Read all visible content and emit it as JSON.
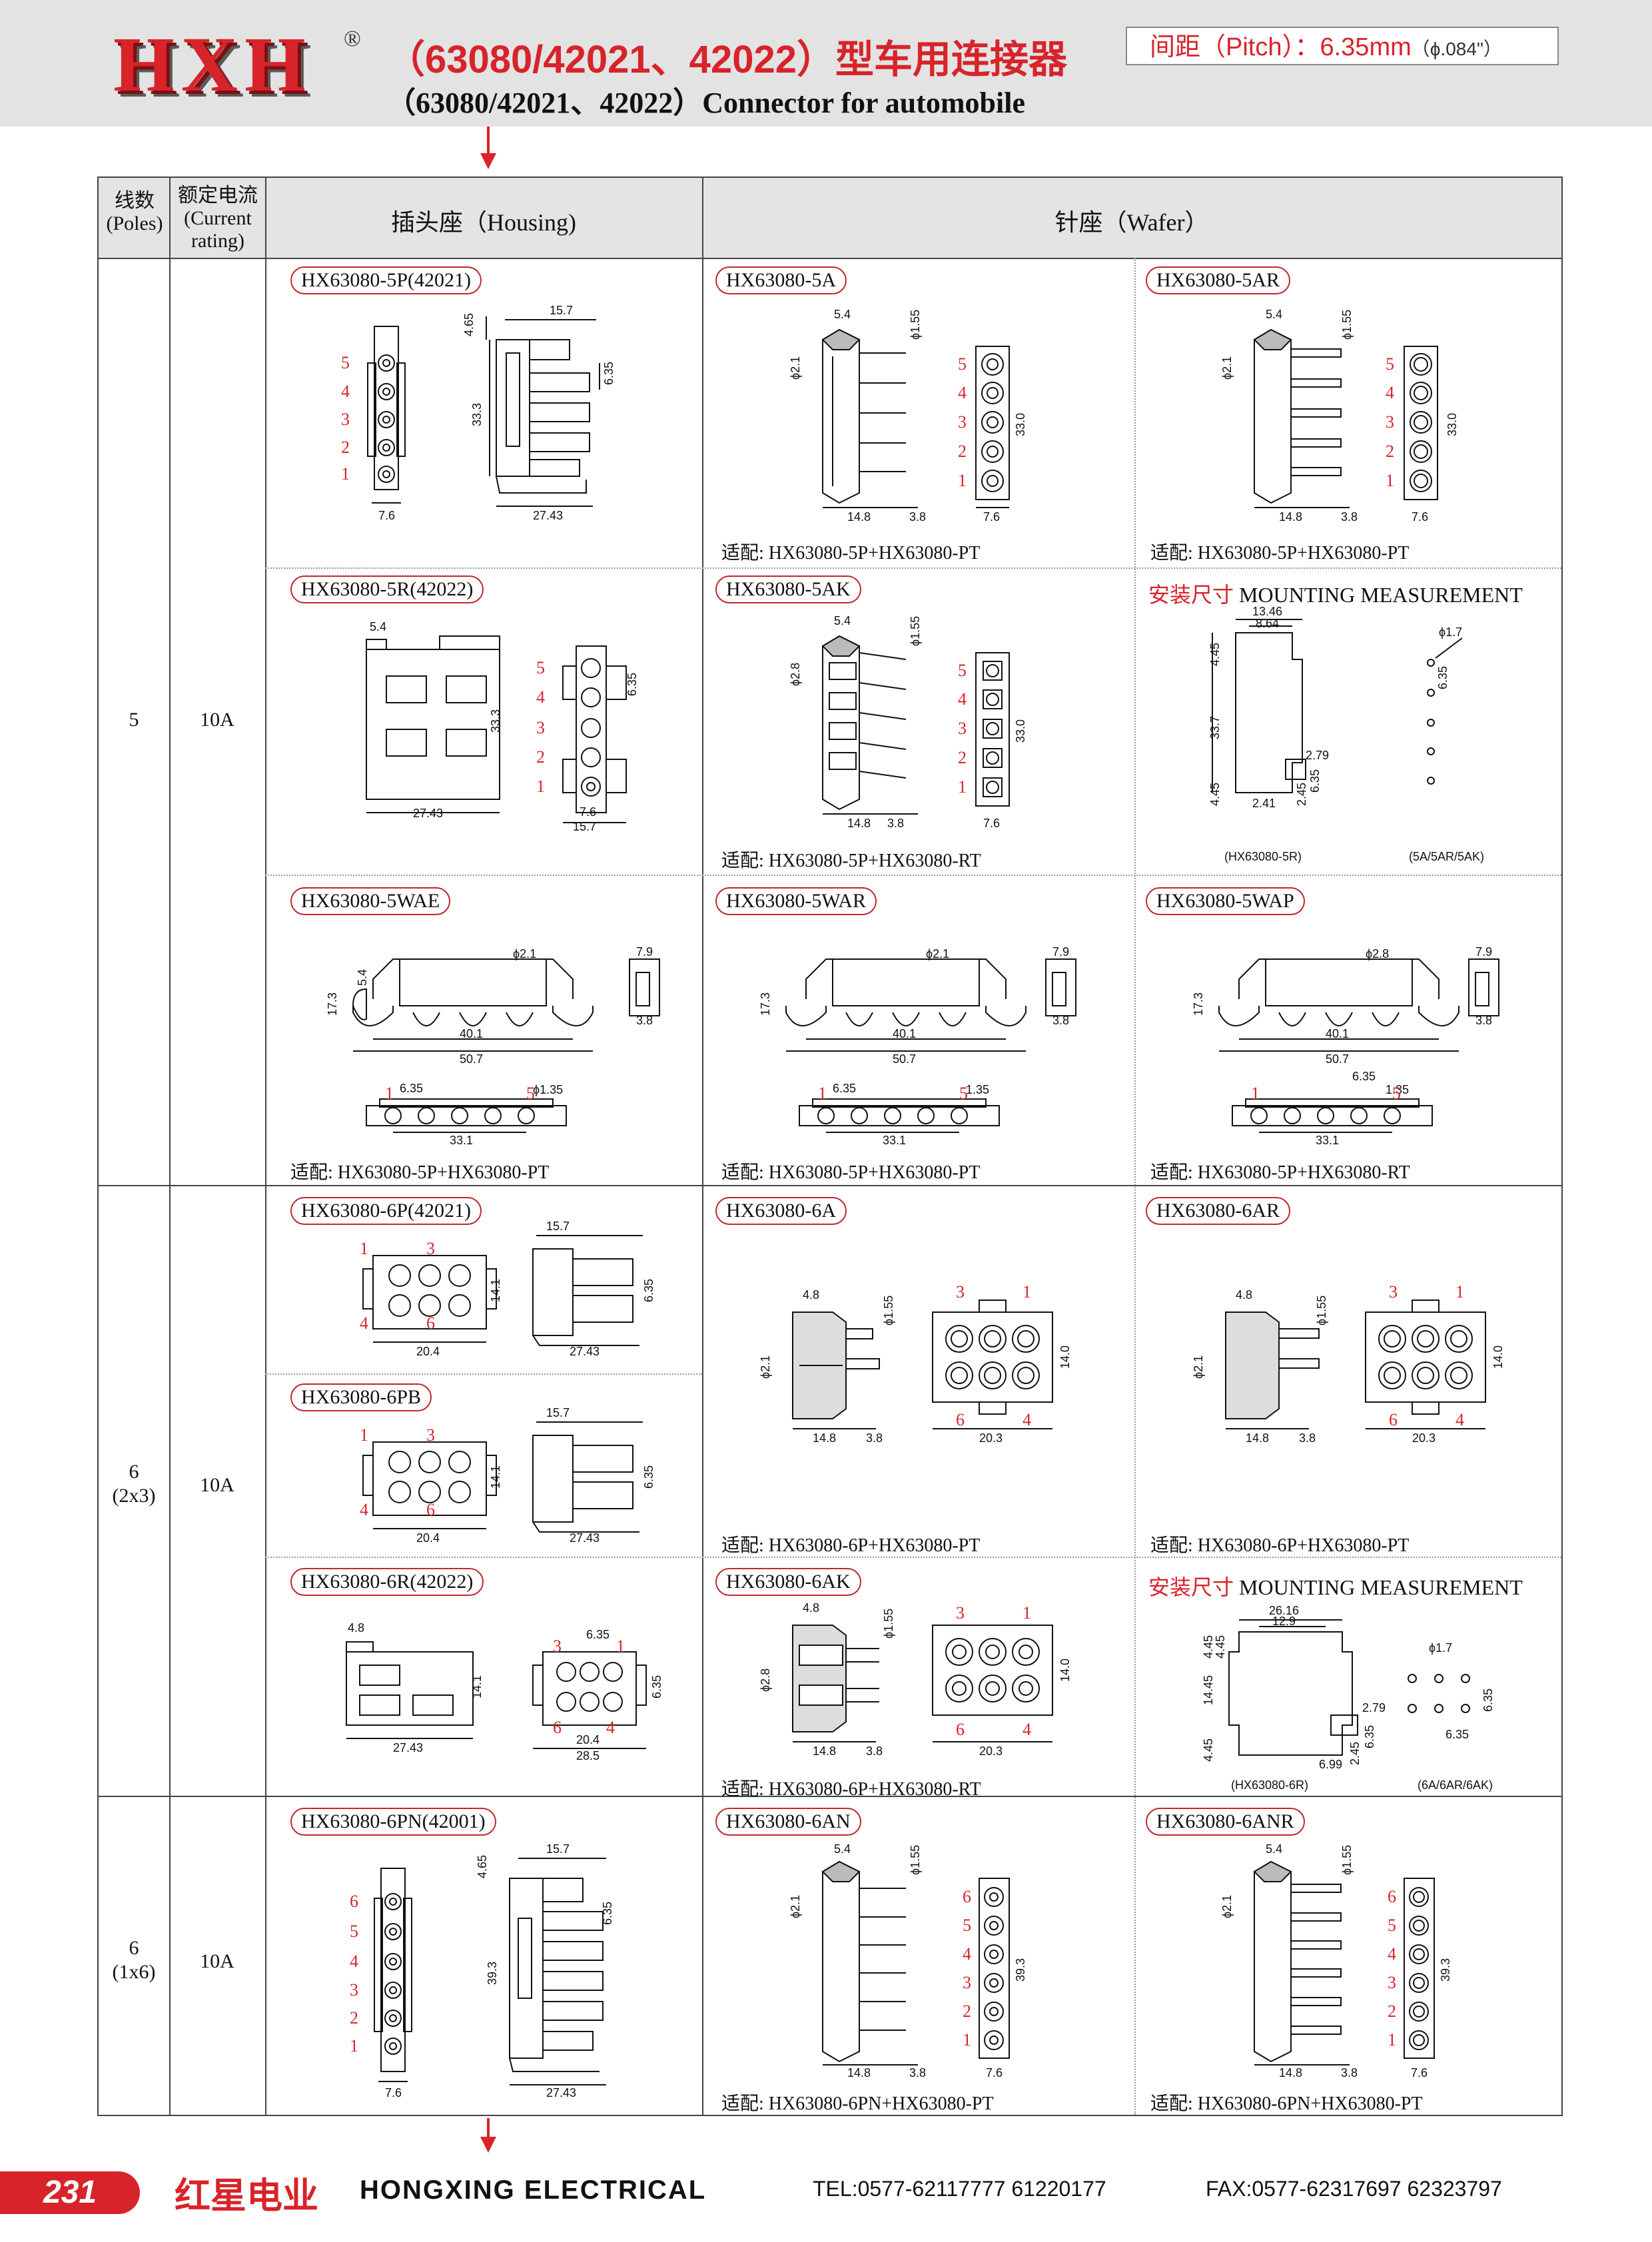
{
  "header": {
    "logo": "HXH",
    "registered": "®",
    "title_cn": "（63080/42021、42022）型车用连接器",
    "title_en": "（63080/42021、42022）Connector for automobile",
    "pitch_label": "间距（Pitch）：",
    "pitch_value": "6.35mm",
    "pitch_inch": "（ϕ.084\"）"
  },
  "table": {
    "col_poles": "线数 (Poles)",
    "col_rating": "额定电流 (Current rating)",
    "col_housing": "插头座（Housing)",
    "col_wafer": "针座（Wafer）"
  },
  "rows": [
    {
      "poles": "5",
      "rating": "10A"
    },
    {
      "poles": "6 (2x3)",
      "rating": "10A"
    },
    {
      "poles": "6 (1x6)",
      "rating": "10A"
    }
  ],
  "cells": {
    "r1c1": {
      "label": "HX63080-5P(42021)"
    },
    "r1c2": {
      "label": "HX63080-5A",
      "fit": "适配:   HX63080-5P+HX63080-PT"
    },
    "r1c3": {
      "label": "HX63080-5AR",
      "fit": "适配:   HX63080-5P+HX63080-PT"
    },
    "r2c1": {
      "label": "HX63080-5R(42022)"
    },
    "r2c2": {
      "label": "HX63080-5AK",
      "fit": "适配:   HX63080-5P+HX63080-RT"
    },
    "r2c3": {
      "mount_cn": "安装尺寸",
      "mount_en": " MOUNTING MEASUREMENT",
      "cap1": "(HX63080-5R)",
      "cap2": "(5A/5AR/5AK)"
    },
    "r3c1": {
      "label": "HX63080-5WAE",
      "fit": "适配:   HX63080-5P+HX63080-PT"
    },
    "r3c2": {
      "label": "HX63080-5WAR",
      "fit": "适配:   HX63080-5P+HX63080-PT"
    },
    "r3c3": {
      "label": "HX63080-5WAP",
      "fit": "适配:   HX63080-5P+HX63080-RT"
    },
    "r4c1": {
      "label": "HX63080-6P(42021)"
    },
    "r4c2": {
      "label": "HX63080-6A",
      "fit": "适配:   HX63080-6P+HX63080-PT"
    },
    "r4c3": {
      "label": "HX63080-6AR",
      "fit": "适配:   HX63080-6P+HX63080-PT"
    },
    "r5c1": {
      "label": "HX63080-6PB"
    },
    "r6c1": {
      "label": "HX63080-6R(42022)"
    },
    "r6c2": {
      "label": "HX63080-6AK",
      "fit": "适配:   HX63080-6P+HX63080-RT"
    },
    "r6c3": {
      "mount_cn": "安装尺寸",
      "mount_en": " MOUNTING MEASUREMENT",
      "cap1": "(HX63080-6R)",
      "cap2": "(6A/6AR/6AK)"
    },
    "r7c1": {
      "label": "HX63080-6PN(42001)"
    },
    "r7c2": {
      "label": "HX63080-6AN",
      "fit": "适配:   HX63080-6PN+HX63080-PT"
    },
    "r7c3": {
      "label": "HX63080-6ANR",
      "fit": "适配:   HX63080-6PN+HX63080-PT"
    }
  },
  "dims": {
    "d157": "15.7",
    "d465": "4.65",
    "d635": "6.35",
    "d333": "33.3",
    "d76": "7.6",
    "d2743": "27.43",
    "d54": "5.4",
    "d155": "ϕ1.55",
    "d21": "ϕ2.1",
    "d330": "33.0",
    "d148": "14.8",
    "d38": "3.8",
    "d28": "ϕ2.8",
    "d1346": "13.46",
    "d864": "8.64",
    "d17": "ϕ1.7",
    "d445": "4.45",
    "d337": "33.7",
    "d279": "2.79",
    "d241": "2.41",
    "d245": "2.45",
    "d79": "7.9",
    "d173": "17.3",
    "d401": "40.1",
    "d507": "50.7",
    "d135": "ϕ1.35",
    "d135b": "1.35",
    "d331": "33.1",
    "d141": "14.1",
    "d204": "20.4",
    "d48": "4.8",
    "d140": "14.0",
    "d203": "20.3",
    "d285": "28.5",
    "d2616": "26.16",
    "d129": "12.9",
    "d1445": "14.45",
    "d699": "6.99",
    "d393": "39.3"
  },
  "pins": {
    "p1": "1",
    "p2": "2",
    "p3": "3",
    "p4": "4",
    "p5": "5",
    "p6": "6"
  },
  "footer": {
    "page": "231",
    "company_cn": "红星电业",
    "company_en": "HONGXING ELECTRICAL",
    "tel": "TEL:0577-62117777   61220177",
    "fax": "FAX:0577-62317697   62323797"
  }
}
